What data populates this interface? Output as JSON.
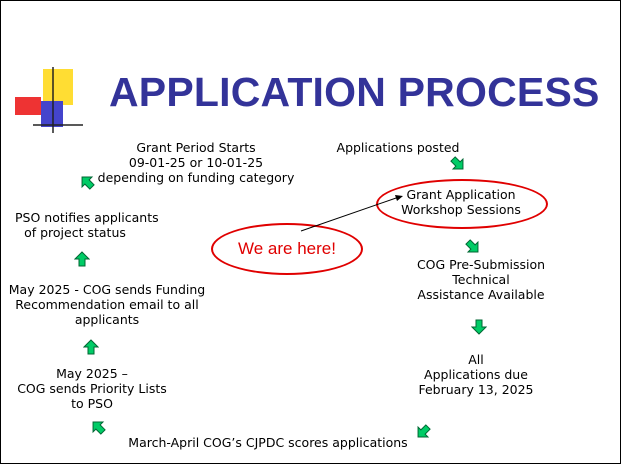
{
  "title": "APPLICATION PROCESS",
  "steps": {
    "grant_period": [
      "Grant Period Starts",
      "09-01-25 or 10-01-25",
      "depending on funding category"
    ],
    "posted": "Applications posted",
    "workshop": [
      "Grant Application",
      "Workshop Sessions"
    ],
    "we_are_here": "We are here!",
    "pso_notifies": [
      "PSO notifies applicants",
      "of project status"
    ],
    "presubmission": [
      "COG Pre-Submission",
      "Technical",
      "Assistance Available"
    ],
    "funding_rec": [
      "May 2025 - COG sends Funding",
      "Recommendation email to all",
      "applicants"
    ],
    "due": [
      "All",
      "Applications due",
      "February 13, 2025"
    ],
    "priority": [
      "May 2025 –",
      "COG sends Priority Lists",
      "to PSO"
    ],
    "scores": "March-April COG’s CJPDC scores applications"
  },
  "colors": {
    "title": "#333399",
    "arrow_fill": "#00cc66",
    "arrow_stroke": "#006633",
    "highlight": "#e00000",
    "logo_yellow": "#ffdd33",
    "logo_red": "#ee3333",
    "logo_blue": "#4444cc"
  },
  "icons": [
    "cycle-arrow-icon"
  ]
}
